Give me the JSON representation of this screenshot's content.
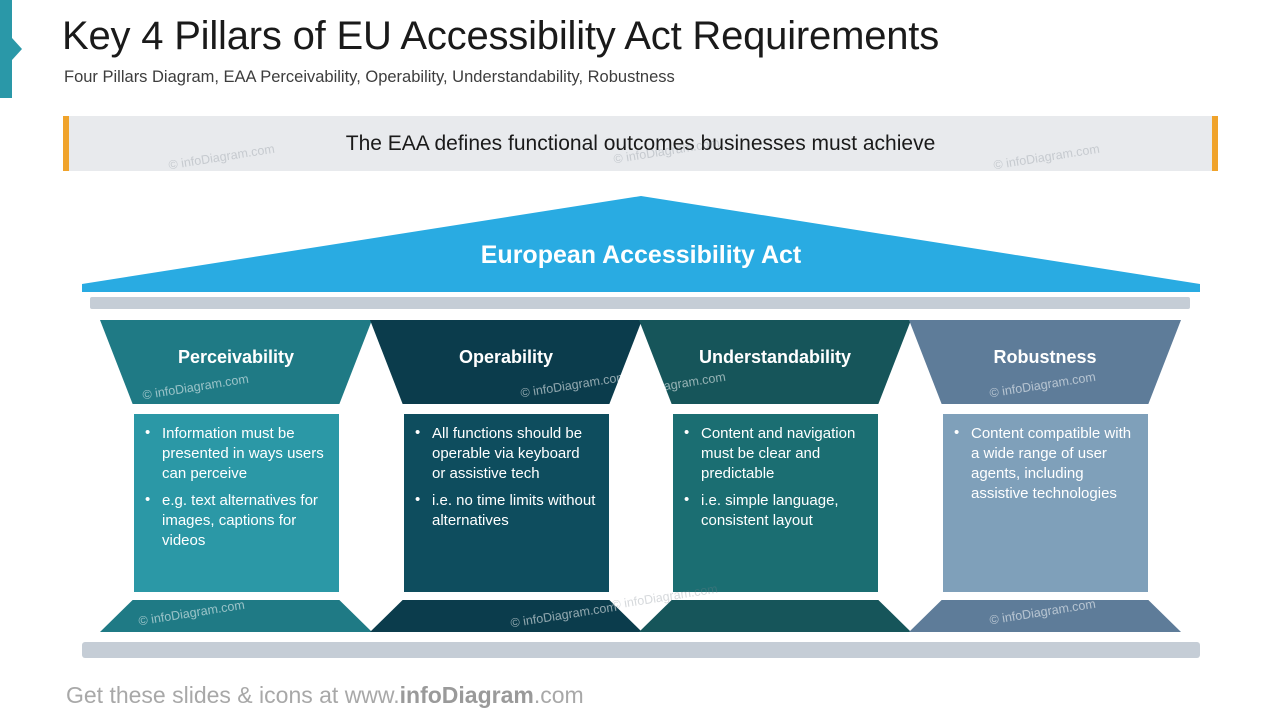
{
  "header": {
    "title": "Key 4 Pillars of EU Accessibility Act Requirements",
    "subtitle": "Four Pillars Diagram, EAA Perceivability, Operability, Understandability, Robustness",
    "accent_color": "#2A98A8"
  },
  "banner": {
    "text": "The EAA defines functional outcomes businesses must achieve",
    "background": "#E8EAED",
    "edge_color": "#F0A32B"
  },
  "roof": {
    "label": "European Accessibility Act",
    "color": "#29ABE2"
  },
  "architrave": {
    "color": "#C5CDD6"
  },
  "stylobate": {
    "color": "#C5CDD6"
  },
  "pillars": [
    {
      "title": "Perceivability",
      "capital_color": "#1F7A85",
      "body_color": "#2B98A6",
      "base_color": "#1F7A85",
      "bullets": [
        "Information must be presented in ways users can perceive",
        "e.g. text alternatives for images, captions for videos"
      ]
    },
    {
      "title": "Operability",
      "capital_color": "#0B3C4C",
      "body_color": "#0E4D5E",
      "base_color": "#0B3C4C",
      "bullets": [
        "All functions should be operable via keyboard or assistive tech",
        "i.e. no time limits without alternatives"
      ]
    },
    {
      "title": "Understandability",
      "capital_color": "#16555A",
      "body_color": "#1B6E72",
      "base_color": "#16555A",
      "bullets": [
        "Content and navigation must be clear and predictable",
        "i.e. simple language, consistent layout"
      ]
    },
    {
      "title": "Robustness",
      "capital_color": "#5E7C99",
      "body_color": "#7FA0BA",
      "base_color": "#5E7C99",
      "bullets": [
        "Content compatible with a wide range of user agents, including assistive technologies"
      ]
    }
  ],
  "watermark": {
    "text": "© infoDiagram.com"
  },
  "footer": {
    "prefix": "Get these slides & icons at www.",
    "brand": "infoDiagram",
    "suffix": ".com"
  }
}
